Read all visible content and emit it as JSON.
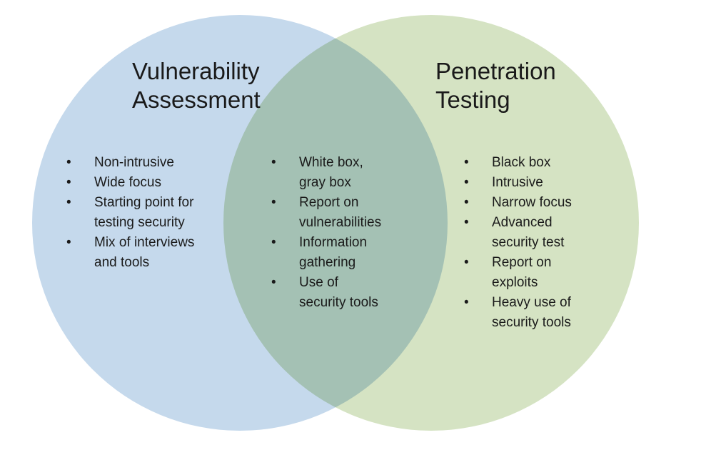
{
  "venn": {
    "bullet_glyph": "•",
    "colors": {
      "left_circle": "#c5d9ec",
      "right_circle": "#d5e3c3",
      "overlap": "#a3c5b0",
      "text": "#1a1a1a",
      "background": "#ffffff"
    },
    "left": {
      "title_lines": [
        "Vulnerability",
        "Assessment"
      ],
      "items": [
        "Non-intrusive",
        "Wide focus",
        "Starting point for\ntesting security",
        "Mix of interviews\nand tools"
      ]
    },
    "overlap": {
      "items": [
        "White box,\ngray box",
        "Report on\nvulnerabilities",
        "Information\ngathering",
        "Use of\nsecurity tools"
      ]
    },
    "right": {
      "title_lines": [
        "Penetration",
        "Testing"
      ],
      "items": [
        "Black box",
        "Intrusive",
        "Narrow focus",
        "Advanced\nsecurity test",
        "Report on\nexploits",
        "Heavy use of\nsecurity tools"
      ]
    }
  }
}
